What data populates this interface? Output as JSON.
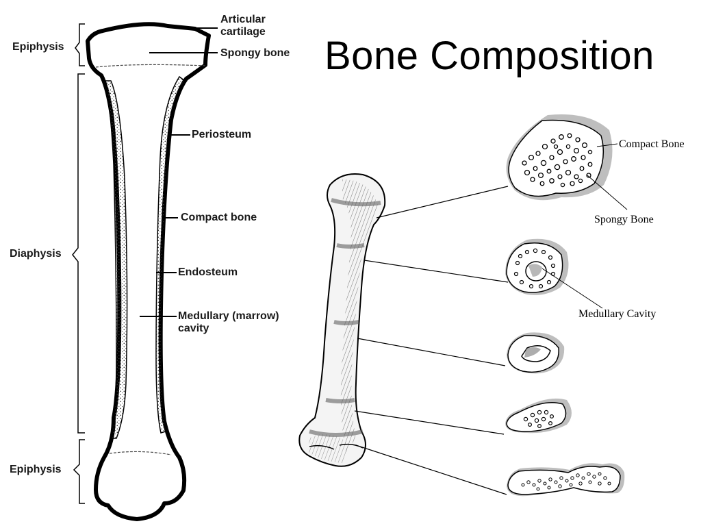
{
  "title": "Bone Composition",
  "left_diagram": {
    "regions": {
      "epiphysis_top": "Epiphysis",
      "diaphysis": "Diaphysis",
      "epiphysis_bottom": "Epiphysis"
    },
    "parts": {
      "articular_line1": "Articular",
      "articular_line2": "cartilage",
      "spongy_bone": "Spongy bone",
      "periosteum": "Periosteum",
      "compact_bone": "Compact bone",
      "endosteum": "Endosteum",
      "medullary_line1": "Medullary (marrow)",
      "medullary_line2": "cavity"
    }
  },
  "right_diagram": {
    "compact_bone": "Compact Bone",
    "spongy_bone": "Spongy Bone",
    "medullary_cavity": "Medullary Cavity"
  }
}
